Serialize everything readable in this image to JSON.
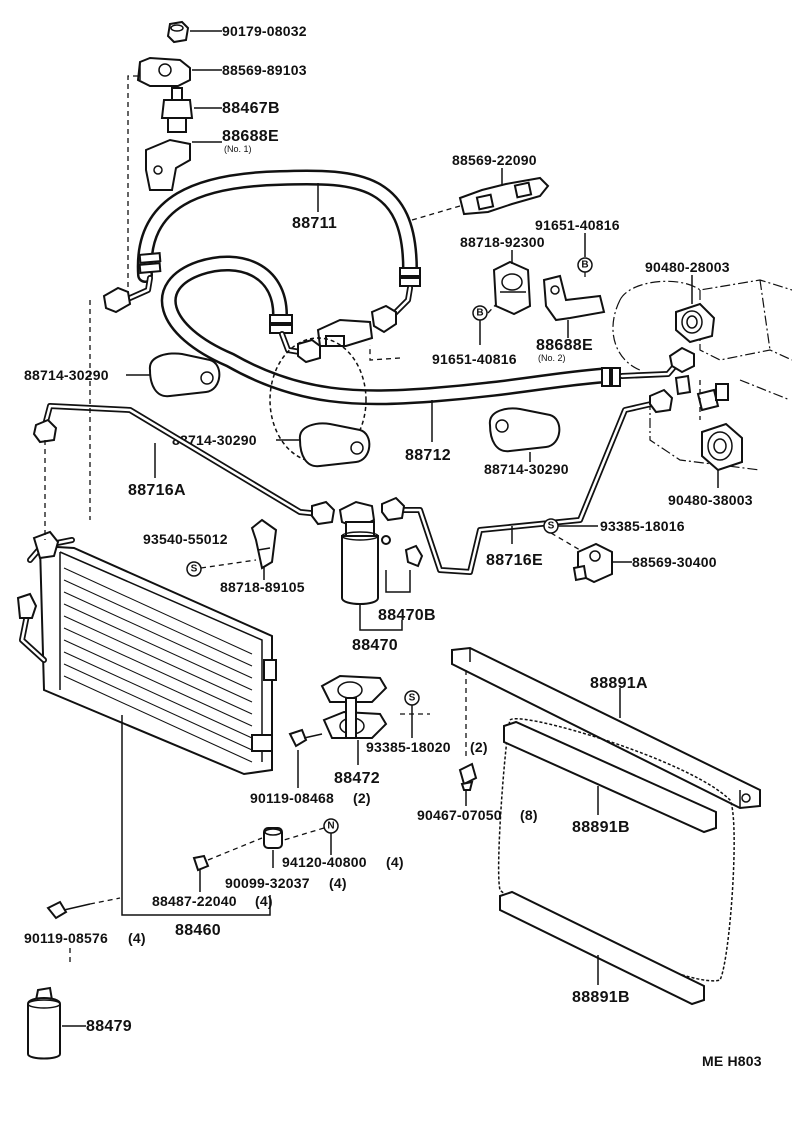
{
  "diagram_code": "ME H803",
  "labels": {
    "p90179_08032": "90179-08032",
    "p88569_89103": "88569-89103",
    "p88467B": "88467B",
    "p88688E_1": "88688E",
    "p88688E_1_note": "(No. 1)",
    "p88711": "88711",
    "p88569_22090": "88569-22090",
    "p91651_40816_a": "91651-40816",
    "p88718_92300": "88718-92300",
    "p90480_28003": "90480-28003",
    "p88688E_2": "88688E",
    "p88688E_2_note": "(No. 2)",
    "p91651_40816_b": "91651-40816",
    "p88714_30290_a": "88714-30290",
    "p88714_30290_b": "88714-30290",
    "p88712": "88712",
    "p88714_30290_c": "88714-30290",
    "p90480_38003": "90480-38003",
    "p88716A": "88716A",
    "p93385_18016": "93385-18016",
    "p93540_55012": "93540-55012",
    "p88718_89105": "88718-89105",
    "p88716E": "88716E",
    "p88569_30400": "88569-30400",
    "p88470B": "88470B",
    "p88470": "88470",
    "p88891A": "88891A",
    "p93385_18020": "93385-18020",
    "p93385_18020_qty": "(2)",
    "p88472": "88472",
    "p90119_08468": "90119-08468",
    "p90119_08468_qty": "(2)",
    "p90467_07050": "90467-07050",
    "p90467_07050_qty": "(8)",
    "p88891B_a": "88891B",
    "p94120_40800": "94120-40800",
    "p94120_40800_qty": "(4)",
    "p90099_32037": "90099-32037",
    "p90099_32037_qty": "(4)",
    "p88487_22040": "88487-22040",
    "p88487_22040_qty": "(4)",
    "p88460": "88460",
    "p90119_08576": "90119-08576",
    "p90119_08576_qty": "(4)",
    "p88891B_b": "88891B",
    "p88479": "88479"
  },
  "symbols": {
    "B": "B",
    "S": "S",
    "N": "N"
  }
}
